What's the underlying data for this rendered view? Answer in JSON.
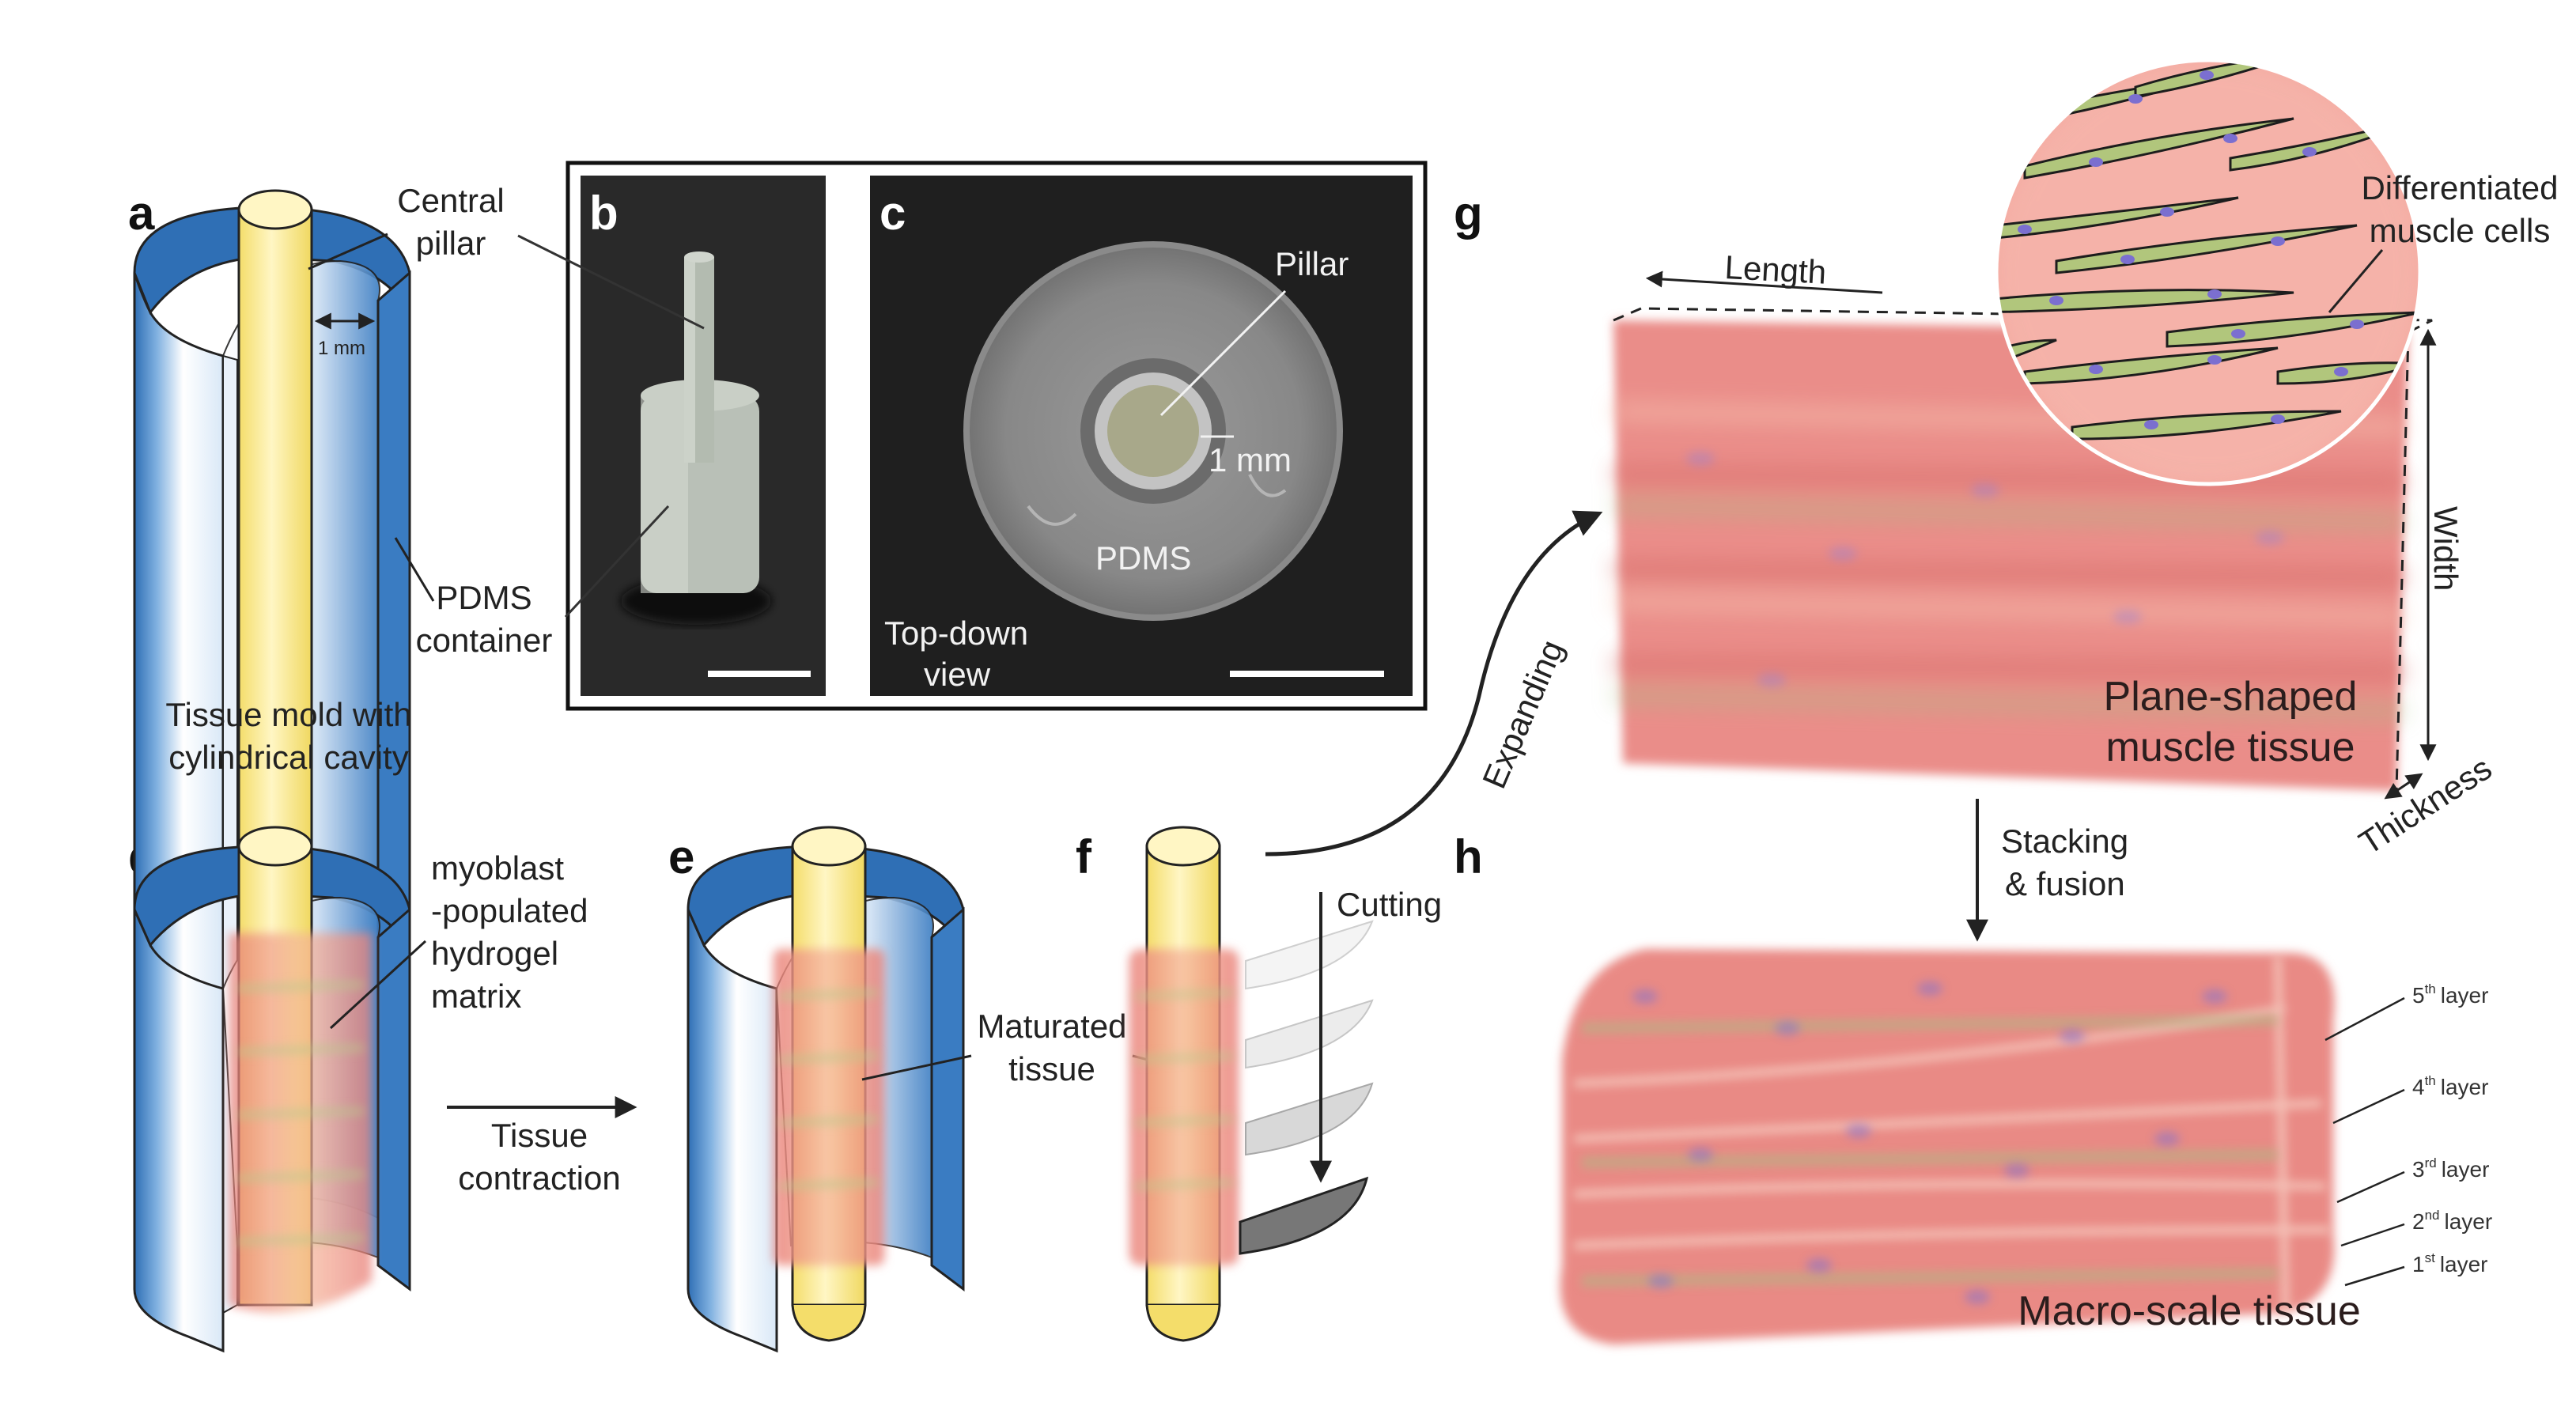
{
  "panels": {
    "a": "a",
    "b": "b",
    "c": "c",
    "d": "d",
    "e": "e",
    "f": "f",
    "g": "g",
    "h": "h"
  },
  "a": {
    "central_pillar": [
      "Central",
      "pillar"
    ],
    "gap": "1 mm",
    "pdms_container": [
      "PDMS",
      "container"
    ],
    "caption": [
      "Tissue mold with",
      "cylindrical cavity"
    ]
  },
  "c": {
    "pillar": "Pillar",
    "gap": "1 mm",
    "pdms": "PDMS",
    "view": [
      "Top-down",
      "view"
    ]
  },
  "d": {
    "matrix": [
      "myoblast",
      "-populated",
      "hydrogel",
      "matrix"
    ]
  },
  "contraction": [
    "Tissue",
    "contraction"
  ],
  "e": {
    "tissue": [
      "Maturated",
      "tissue"
    ]
  },
  "f": {
    "cutting": "Cutting"
  },
  "expanding": "Expanding",
  "g": {
    "length": "Length",
    "width": "Width",
    "thickness": "Thickness",
    "cells": [
      "Differentiated",
      "muscle cells"
    ],
    "tissue": [
      "Plane-shaped",
      "muscle tissue"
    ]
  },
  "stacking": [
    "Stacking",
    "& fusion"
  ],
  "h": {
    "layers": [
      {
        "n": "5",
        "sup": "th",
        "text": "layer"
      },
      {
        "n": "4",
        "sup": "th",
        "text": "layer"
      },
      {
        "n": "3",
        "sup": "rd",
        "text": "layer"
      },
      {
        "n": "2",
        "sup": "nd",
        "text": "layer"
      },
      {
        "n": "1",
        "sup": "st",
        "text": "layer"
      }
    ],
    "tissue": "Macro-scale tissue"
  },
  "colors": {
    "pillar": "#fbeea0",
    "container": "#3b7fc4",
    "tissue": "#e88c86",
    "fiber": "#a7c27a",
    "nucleus": "#7b6fd0",
    "photo_bg": "#1f1f1f"
  }
}
